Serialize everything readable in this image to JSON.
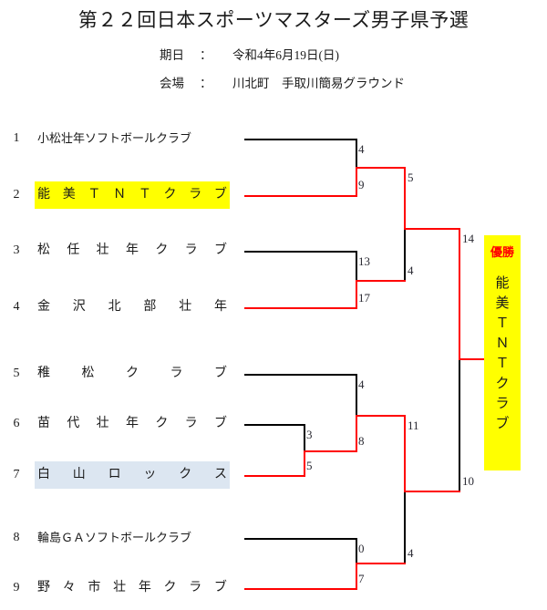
{
  "header": {
    "title": "第２２回日本スポーツマスターズ男子県予選",
    "date_label": "期日",
    "date_colon": "：",
    "date_value": "令和4年6月19日(日)",
    "venue_label": "会場",
    "venue_colon": "：",
    "venue_value": "川北町　手取川簡易グラウンド"
  },
  "teams": [
    {
      "seed": "1",
      "name": "小松壮年ソフトボールクラブ",
      "highlight": "none"
    },
    {
      "seed": "2",
      "name": "能美ＴＮＴクラブ",
      "highlight": "yellow"
    },
    {
      "seed": "3",
      "name": "松任壮年クラブ",
      "highlight": "none"
    },
    {
      "seed": "4",
      "name": "金沢北部壮年",
      "highlight": "none"
    },
    {
      "seed": "5",
      "name": "稚松クラブ",
      "highlight": "none"
    },
    {
      "seed": "6",
      "name": "苗代壮年クラブ",
      "highlight": "none"
    },
    {
      "seed": "7",
      "name": "白山ロックス",
      "highlight": "blue"
    },
    {
      "seed": "8",
      "name": "輪島ＧＡソフトボールクラブ",
      "highlight": "none"
    },
    {
      "seed": "9",
      "name": "野々市壮年クラブ",
      "highlight": "none"
    }
  ],
  "scores": {
    "r1_t1": "4",
    "r1_t2": "9",
    "r1_t3": "13",
    "r1_t4": "17",
    "r2_upper_top": "5",
    "r2_upper_bottom": "4",
    "pre_t6": "3",
    "pre_t7": "5",
    "r1_t5": "4",
    "r1_t7": "8",
    "r1_t8": "0",
    "r1_t9": "7",
    "r2_lower_top": "11",
    "r2_lower_bottom": "4",
    "final_top": "14",
    "final_bottom": "10"
  },
  "champion": {
    "label": "優勝",
    "name": "能美ＴＮＴクラブ"
  },
  "colors": {
    "winner_line": "#ff0000",
    "loser_line": "#000000",
    "highlight_yellow": "#ffff00",
    "highlight_blue": "#dce6f1",
    "champion_label": "#ff0000"
  }
}
